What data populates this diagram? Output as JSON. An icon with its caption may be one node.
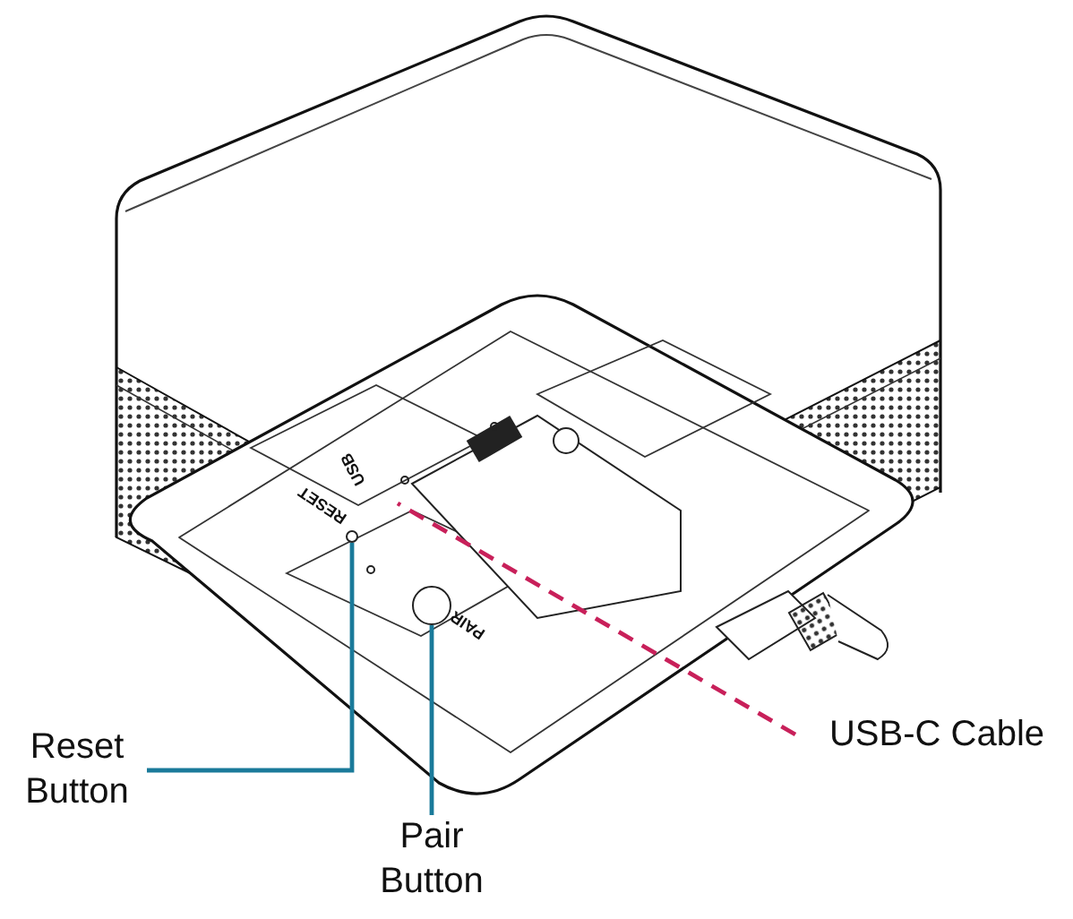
{
  "diagram": {
    "nodes": [
      {
        "text": [
          "Reset Button"
        ]
      },
      {
        "text": [],
        "shape": "circle"
      },
      {
        "text": [
          "Pair Button"
        ]
      },
      {
        "text": [],
        "shape": "circle"
      },
      {
        "text": [
          "USB-C Cable"
        ]
      }
    ],
    "edges": [
      {
        "from": 0,
        "to": 1,
        "arrow": "none"
      },
      {
        "from": 2,
        "to": 3,
        "arrow": "none"
      },
      {
        "from": 4,
        "to": null,
        "arrow": "none",
        "style": "dashed",
        "color": "#c8205a"
      }
    ],
    "labels": [
      "USB",
      "RESET",
      "PAIR"
    ]
  }
}
